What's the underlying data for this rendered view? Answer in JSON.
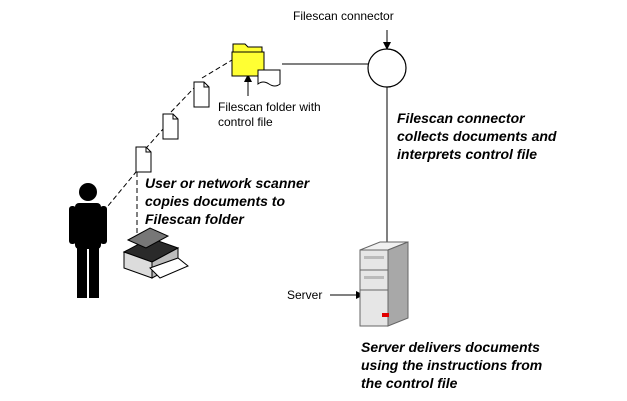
{
  "labels": {
    "connector": "Filescan connector",
    "folder": "Filescan folder with\ncontrol file",
    "server": "Server"
  },
  "notes": {
    "collects": "Filescan connector\ncollects documents and\ninterprets control file",
    "user": "User or network scanner\ncopies documents to\nFilescan folder",
    "delivers": "Server delivers documents\nusing the instructions from\nthe control file"
  },
  "colors": {
    "folder": "#ffff33",
    "server_light": "#e6e6e6",
    "server_dark": "#a8a8a8",
    "indicator": "#e00000"
  },
  "icons": [
    "person-icon",
    "scanner-icon",
    "document-icon",
    "folder-icon",
    "connector-icon",
    "server-icon"
  ]
}
